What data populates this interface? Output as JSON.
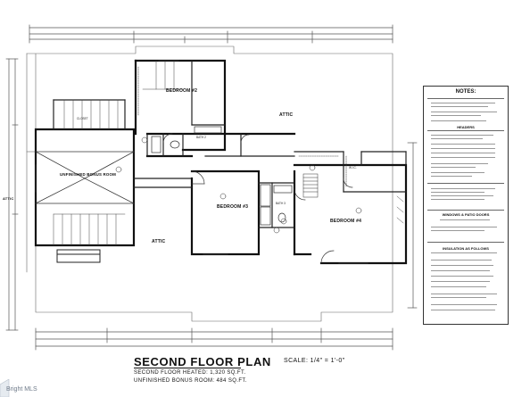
{
  "plan": {
    "title": "SECOND FLOOR PLAN",
    "scale": "SCALE: 1/4\" = 1'-0\"",
    "heated_line": "SECOND FLOOR HEATED: 1,320 SQ.FT.",
    "bonus_line": "UNFINISHED BONUS ROOM: 484 SQ.FT."
  },
  "rooms": {
    "bedroom2": "BEDROOM #2",
    "bedroom3": "BEDROOM #3",
    "bedroom4": "BEDROOM #4",
    "bonus": "UNFINISHED BONUS ROOM",
    "attic_right": "ATTIC",
    "attic_left": "ATTIC",
    "attic_bottom": "ATTIC",
    "bath2": "BATH 2",
    "bath3": "BATH 3",
    "wic": "W.I.C.",
    "closet": "CLOSET"
  },
  "notes": {
    "heading": "NOTES:",
    "headers_heading": "HEADERS",
    "windows_heading": "WINDOWS & PATIO DOORS",
    "insulation_heading": "INSULATION AS FOLLOWS"
  },
  "watermark": {
    "text": "Bright MLS",
    "icon": "mls-logo-icon"
  }
}
